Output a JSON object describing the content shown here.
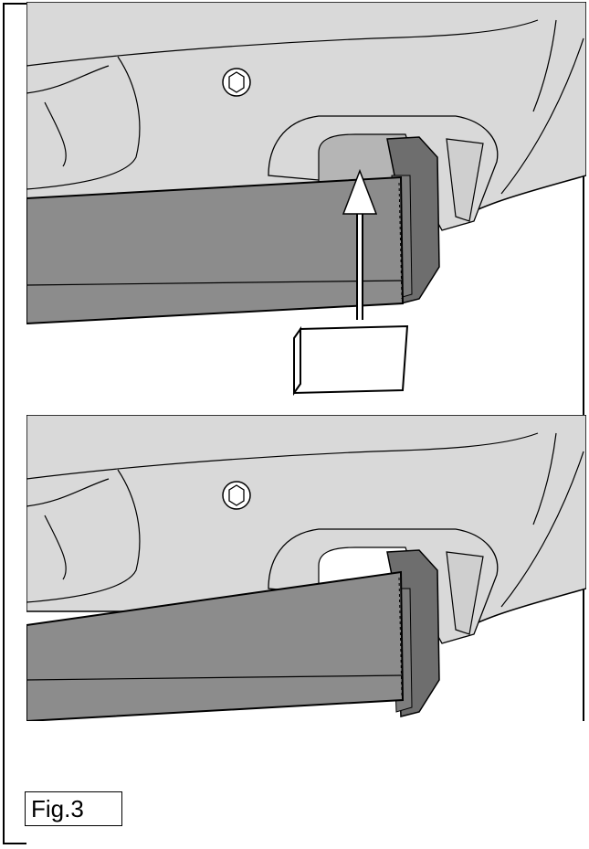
{
  "figure": {
    "label": "Fig.3",
    "colors": {
      "panel_background": "#d9d9d9",
      "beam": "#8c8c8c",
      "beam_dark": "#6e6e6e",
      "outline": "#000000",
      "paper": "#ffffff"
    },
    "panels": [
      {
        "name": "before-insertion",
        "shows_arrow": true,
        "shows_block": true
      },
      {
        "name": "after-insertion",
        "shows_arrow": false,
        "shows_block": false
      }
    ],
    "icons": [
      "bolt-head-icon",
      "upward-arrow-icon",
      "rubber-block-icon"
    ]
  }
}
